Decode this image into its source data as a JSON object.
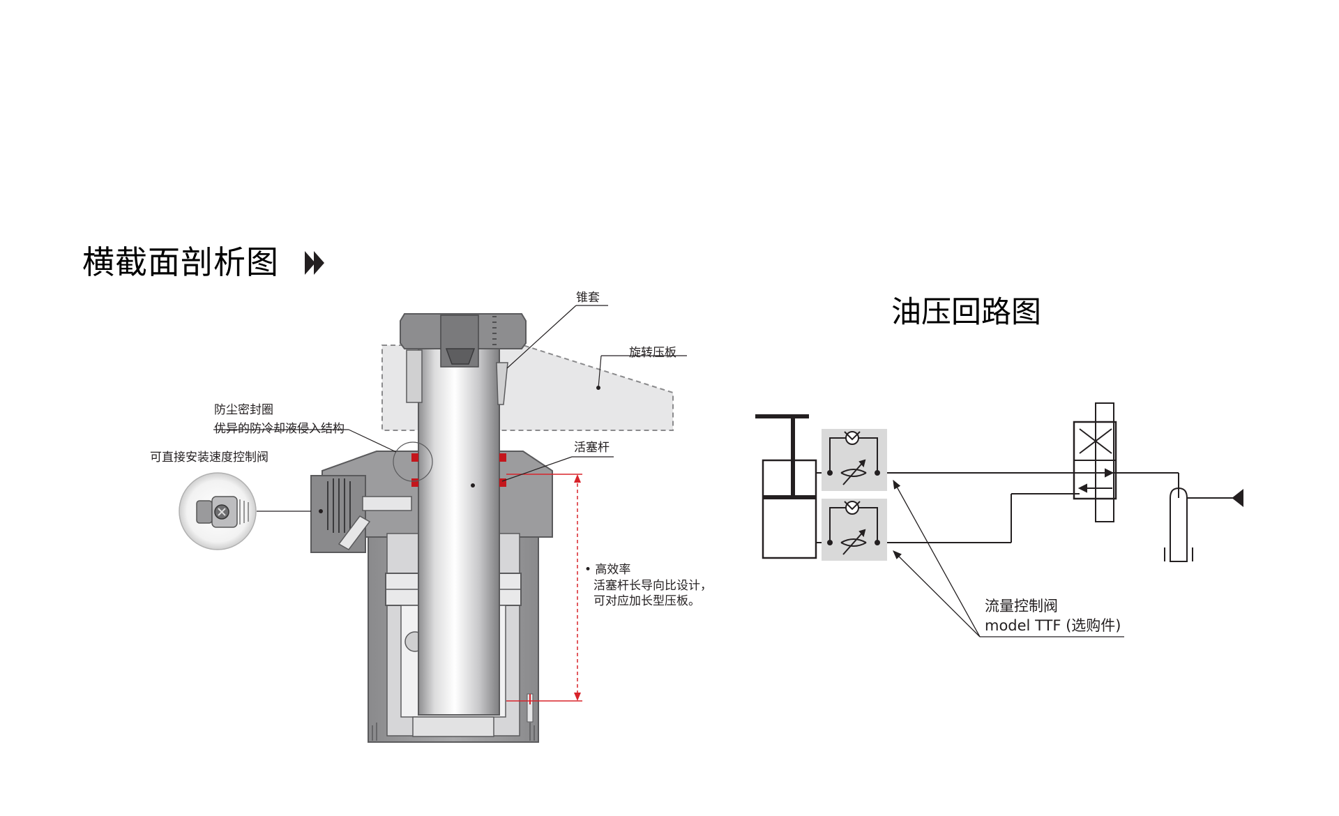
{
  "section_title": "横截面剖析图",
  "circuit_title": "油压回路图",
  "labels": {
    "lock_nut": "锥套",
    "rotary_clamp_arm": "旋转压板",
    "dust_seal_line1": "防尘密封圈",
    "dust_seal_line2": "优异的防冷却液侵入结构",
    "speed_valve": "可直接安装速度控制阀",
    "piston_rod": "活塞杆",
    "efficiency_line1": "• 高效率",
    "efficiency_line2": "活塞杆长导向比设计，",
    "efficiency_line3": "可对应加长型压板。",
    "flow_valve_line1": "流量控制阀",
    "flow_valve_line2": "model TTF (选购件)"
  },
  "colors": {
    "body_gray": "#9c9c9e",
    "dark_gray": "#5a5a5c",
    "light_metal": "#e6e6e7",
    "seal_red": "#c4161c",
    "dimension_red": "#d8232a",
    "valve_box_gray": "#d9d9d9",
    "arm_fill": "#e7e7e8",
    "ink": "#231f20"
  },
  "icons": [
    "arrow-double-right-icon",
    "speed-control-valve-photo"
  ]
}
